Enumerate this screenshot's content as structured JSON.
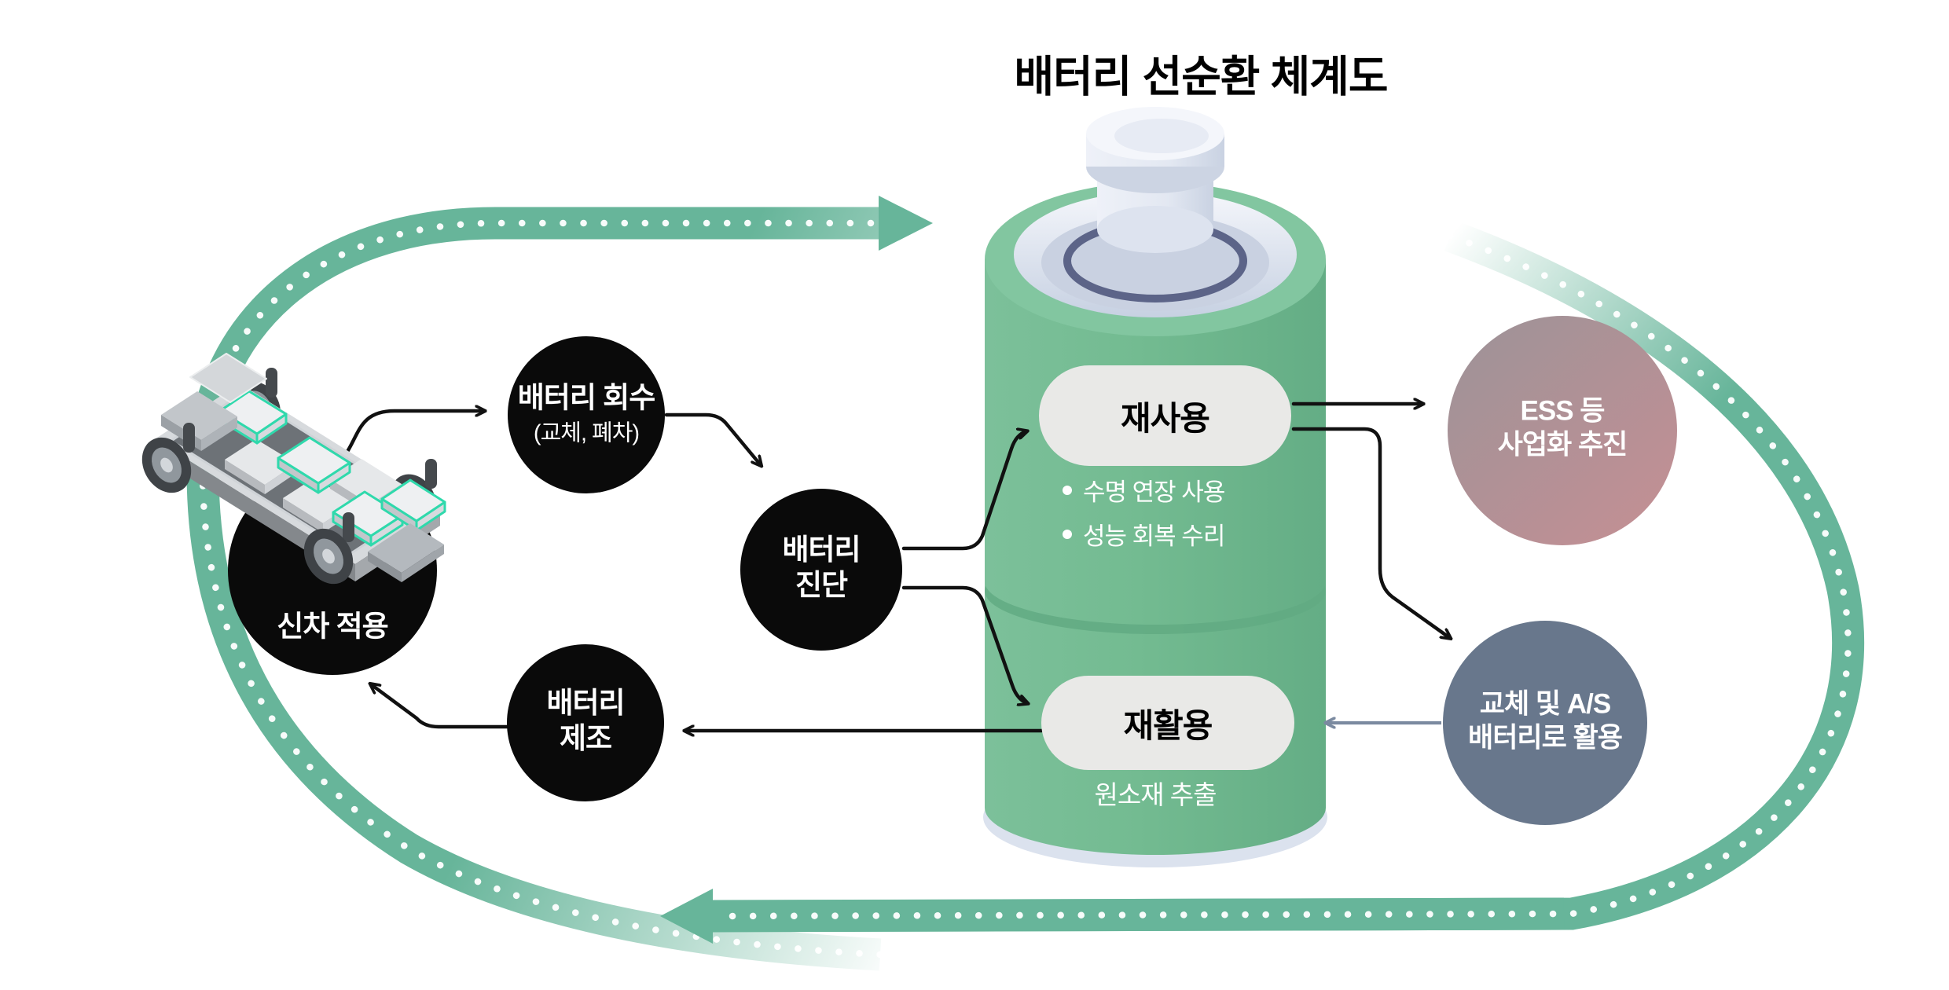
{
  "title": "배터리 선순환 체계도",
  "cycle_nodes": {
    "collect": {
      "label": "배터리 회수",
      "subtitle": "(교체, 폐차)"
    },
    "new_car": {
      "label": "신차 적용"
    },
    "diagnosis": {
      "label": "배터리\n진단"
    },
    "manufacture": {
      "label": "배터리\n제조"
    }
  },
  "battery": {
    "reuse_label": "재사용",
    "reuse_bullets": [
      "수명 연장 사용",
      "성능 회복 수리"
    ],
    "recycle_label": "재활용",
    "recycle_caption": "원소재 추출"
  },
  "outcome_nodes": {
    "ess": {
      "label": "ESS 등\n사업화 추진"
    },
    "swap": {
      "label": "교체 및 A/S\n배터리로 활용"
    }
  },
  "colors": {
    "cycle_green": "#67b59a",
    "battery_green": "#72ba90",
    "ess_gradient_from": "#9c9398",
    "ess_gradient_to": "#c48f94",
    "swap_slate": "#68778c",
    "node_black": "#0a0a0a",
    "pill_gray": "#e9e9e7",
    "module_highlight_teal": "#2fd9ac"
  }
}
